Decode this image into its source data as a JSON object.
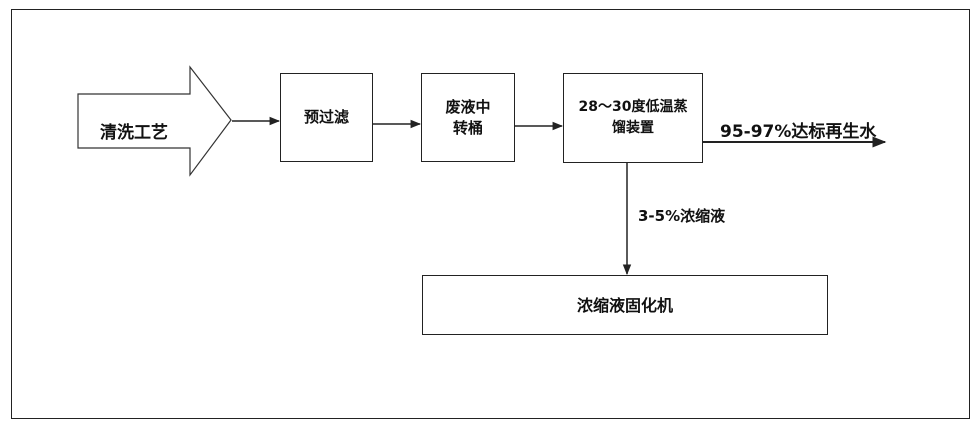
{
  "diagram": {
    "start": {
      "label": "清洗工艺"
    },
    "nodes": {
      "prefilter": {
        "label": "预过滤"
      },
      "transfer_tank": {
        "line1": "废液中",
        "line2": "转桶"
      },
      "distill": {
        "line1": "28～30度低温蒸",
        "line2": "馏装置"
      },
      "solidifier": {
        "label": "浓缩液固化机"
      }
    },
    "outputs": {
      "water": "95-97%达标再生水",
      "concentrate": "3-5%浓缩液"
    }
  }
}
